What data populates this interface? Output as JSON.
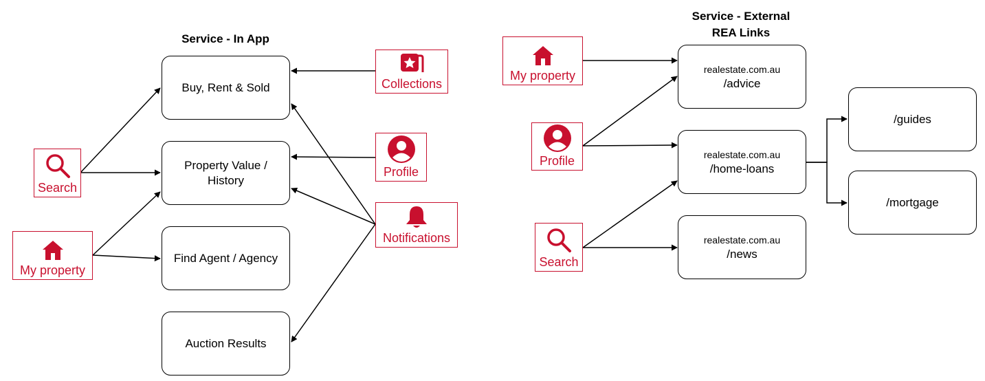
{
  "in_app": {
    "title": "Service - In App",
    "destinations": {
      "buy_rent_sold": "Buy, Rent & Sold",
      "property_value_line1": "Property Value /",
      "property_value_line2": "History",
      "find_agent": "Find Agent / Agency",
      "auction_results": "Auction Results"
    },
    "sources": {
      "collections": "Collections",
      "profile": "Profile",
      "notifications": "Notifications",
      "search": "Search",
      "my_property": "My property"
    }
  },
  "external": {
    "title_line1": "Service - External",
    "title_line2": "REA Links",
    "domain": "realestate.com.au",
    "destinations": {
      "advice": "/advice",
      "home_loans": "/home-loans",
      "news": "/news",
      "guides": "/guides",
      "mortgage": "/mortgage"
    },
    "sources": {
      "my_property": "My property",
      "profile": "Profile",
      "search": "Search"
    }
  },
  "colors": {
    "brand_red": "#c8102e",
    "line": "#000000"
  },
  "icons": [
    "search-icon",
    "home-icon",
    "collections-icon",
    "profile-icon",
    "bell-icon"
  ]
}
